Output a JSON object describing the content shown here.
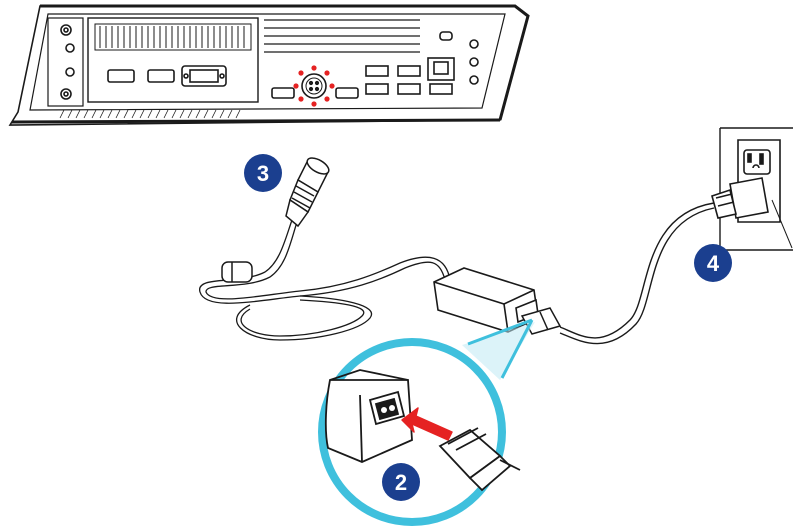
{
  "steps": [
    {
      "number": "2"
    },
    {
      "number": "3"
    },
    {
      "number": "4"
    }
  ],
  "colors": {
    "badge": "#1b3f8f",
    "callout_ring": "#3fc0dd",
    "arrow": "#e52222",
    "dc_port_highlight": "#e52222",
    "line": "#1a1a1a"
  },
  "icons": [
    "pc-rear-panel",
    "power-adapter",
    "dc-plug",
    "ac-cord",
    "wall-outlet",
    "callout-magnifier"
  ]
}
